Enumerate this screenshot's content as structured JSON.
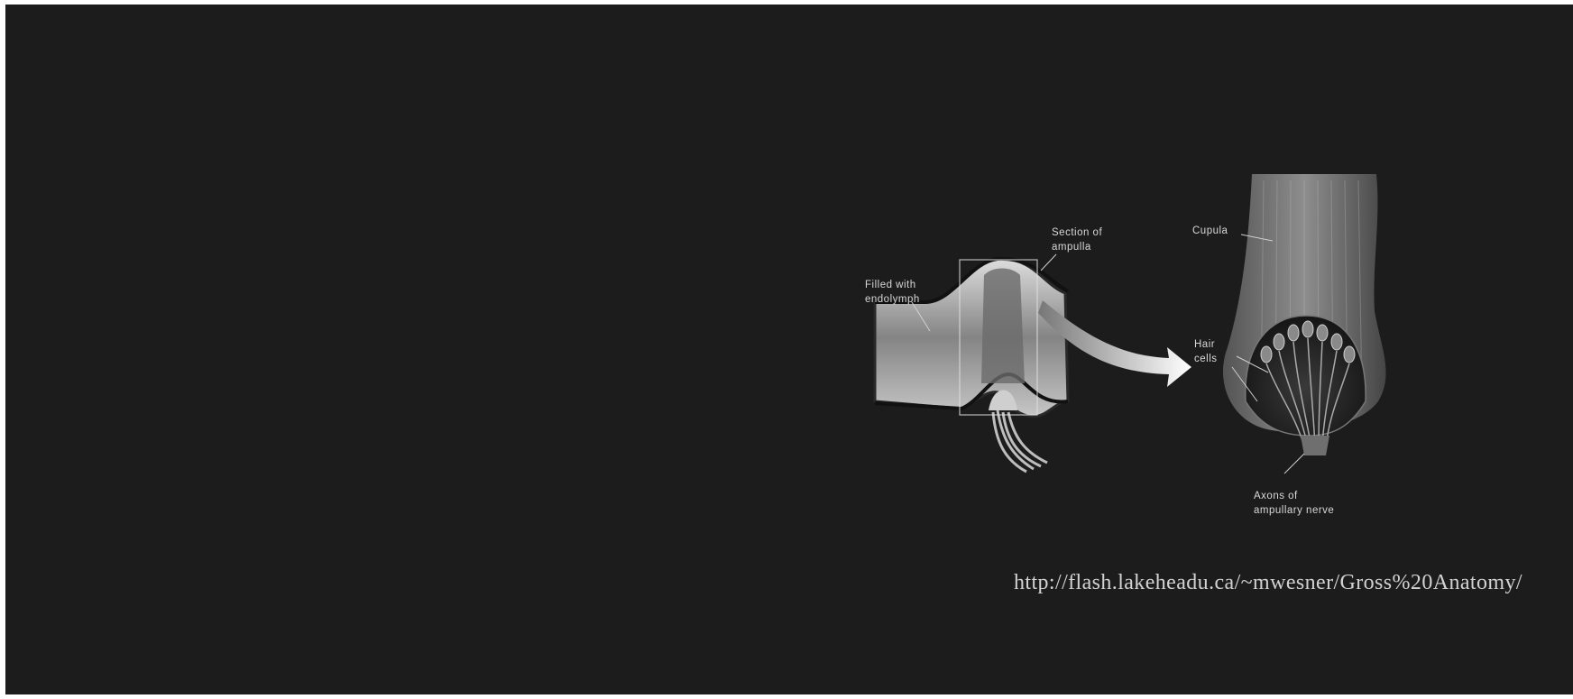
{
  "diagram": {
    "labels": {
      "filled_with_line1": "Filled with",
      "filled_with_line2": "endolymph",
      "section_line1": "Section of",
      "section_line2": "ampulla",
      "cupula": "Cupula",
      "hair_line1": "Hair",
      "hair_line2": "cells",
      "axons_line1": "Axons of",
      "axons_line2": "ampullary nerve"
    }
  },
  "source": {
    "url": "http://flash.lakeheadu.ca/~mwesner/Gross%20Anatomy/"
  },
  "colors": {
    "background": "#1c1c1c",
    "page": "#ffffff",
    "label_text": "#d8d8d8",
    "url_text": "#d2d2d2"
  }
}
